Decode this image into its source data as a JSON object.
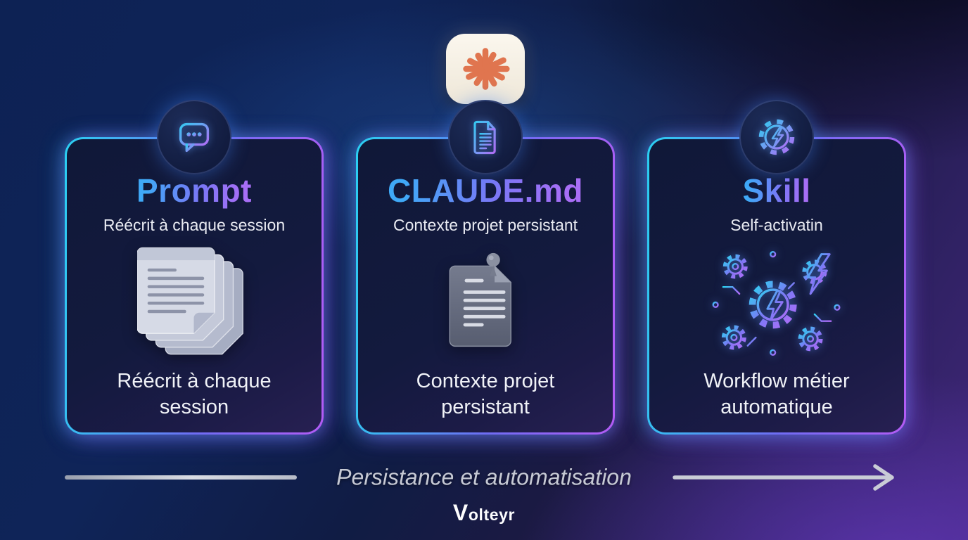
{
  "meta": {
    "type": "infographic",
    "language": "fr"
  },
  "colors": {
    "accent_cyan": "#2ad0f2",
    "accent_purple": "#b35cf5",
    "title_blue": "#3fa9f7",
    "title_violet": "#a86ef6",
    "claude_orange": "#e0754f",
    "background_navy": "#0d2254",
    "background_purple": "#41277a",
    "arrow_gray": "#c9ccd6"
  },
  "cards": [
    {
      "id": "prompt",
      "top_icon": "chat-bubble-icon",
      "title": "Prompt",
      "subtitle": "Réécrit à chaque session",
      "center_icon": "stacked-pages-icon",
      "caption": "Réécrit à chaque session"
    },
    {
      "id": "claude-md",
      "badge_icon": "claude-logo-icon",
      "top_icon": "document-icon",
      "title": "CLAUDE.md",
      "subtitle": "Contexte projet persistant",
      "center_icon": "pinned-document-icon",
      "caption": "Contexte projet persistant"
    },
    {
      "id": "skill",
      "top_icon": "gear-lightning-icon",
      "title": "Skill",
      "subtitle": "Self-activatin",
      "center_icon": "automation-gears-icon",
      "caption": "Workflow métier automatique"
    }
  ],
  "footer": {
    "axis_label": "Persistance et automatisation",
    "brand": "Volteyr"
  }
}
